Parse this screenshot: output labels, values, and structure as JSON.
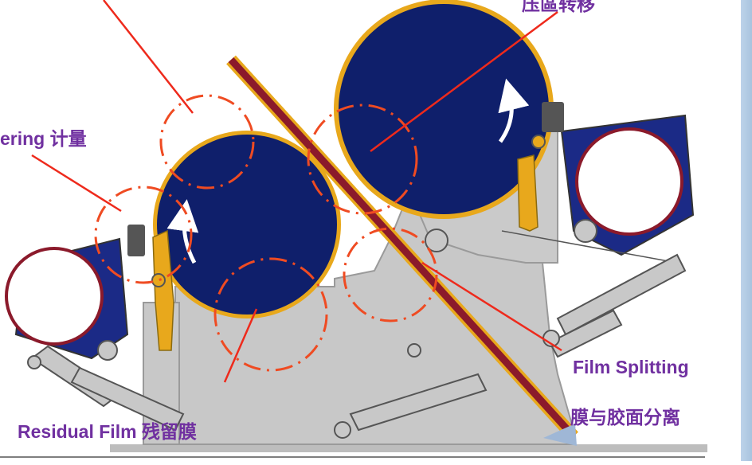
{
  "labels": {
    "transfer": "压區转移",
    "metering": "ering 计量",
    "film_splitting": "Film Splitting",
    "film_split_cn": "膜与胶面分离",
    "residual_film": "Residual Film 残留膜"
  },
  "colors": {
    "label": "#7030a0",
    "machine_frame": "#c8c8c8",
    "roller": "#0f1f6b",
    "coating": "#e8a81c",
    "zone_circle": "#ef4b22",
    "leader_line": "#ee2a1c",
    "web_film": "#8b1a2b",
    "sidebar": "#a9c3de"
  },
  "icons": {
    "rotation": "curved-arrow-icon"
  }
}
